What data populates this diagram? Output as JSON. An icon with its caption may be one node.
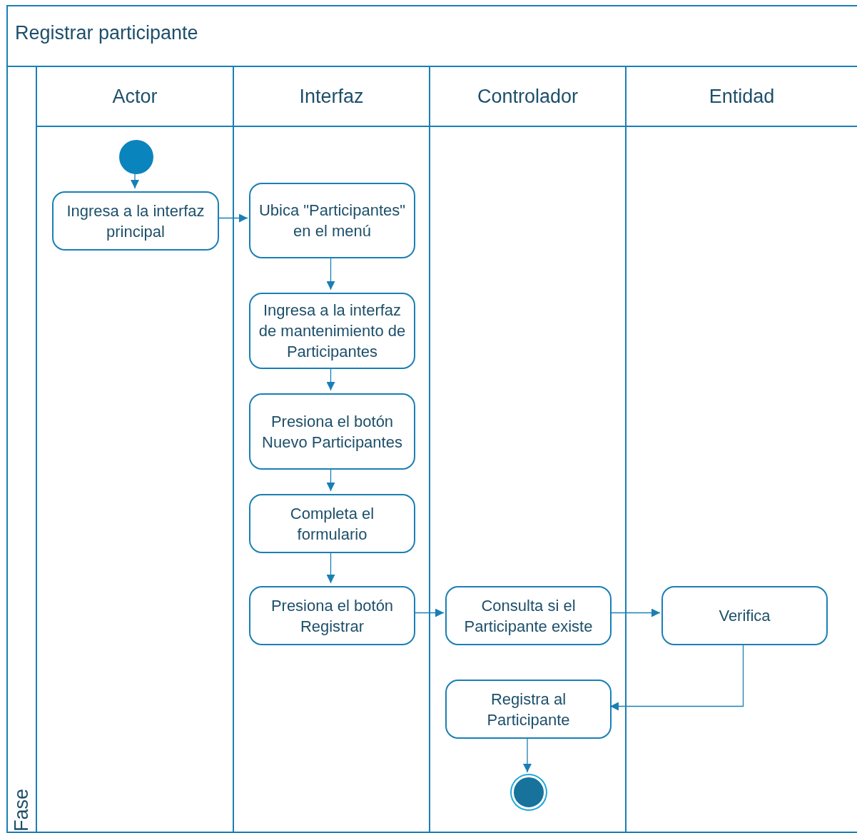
{
  "diagram": {
    "nodes": [
      {
        "text": [
          "Registrar participante"
        ]
      },
      {
        "text": [
          "Fase"
        ],
        "in": 0
      },
      {
        "text": [
          "Actor"
        ],
        "in": 0
      },
      {
        "text": [
          "Interfaz"
        ],
        "in": 0
      },
      {
        "text": [
          "Controlador"
        ],
        "in": 0
      },
      {
        "text": [
          "Entidad"
        ],
        "in": 0
      },
      {
        "text": [],
        "shape": "circle",
        "in": 2
      },
      {
        "text": [
          "Ingresa a la interfaz principal"
        ],
        "in": 2
      },
      {
        "text": [
          "Ubica \"Participantes\" en el menú"
        ],
        "in": 3
      },
      {
        "text": [
          "Ingresa a la interfaz de mantenimiento de Participantes"
        ],
        "in": 3
      },
      {
        "text": [
          "Presiona el botón Nuevo Participantes"
        ],
        "in": 3
      },
      {
        "text": [
          "Completa el formulario"
        ],
        "in": 3
      },
      {
        "text": [
          "Presiona el botón Registrar"
        ],
        "in": 3
      },
      {
        "text": [
          "Consulta si el Participante existe"
        ],
        "in": 4
      },
      {
        "text": [
          "Verifica"
        ],
        "in": 5
      },
      {
        "text": [
          "Registra al Participante"
        ],
        "in": 4
      },
      {
        "text": [],
        "shape": "circle",
        "in": 4
      }
    ],
    "edges": [
      {
        "from": 6,
        "to": 7,
        "arrow": "to"
      },
      {
        "from": 7,
        "to": 8,
        "arrow": "to"
      },
      {
        "from": 8,
        "to": 9,
        "arrow": "to"
      },
      {
        "from": 9,
        "to": 10,
        "arrow": "to"
      },
      {
        "from": 10,
        "to": 11,
        "arrow": "to"
      },
      {
        "from": 11,
        "to": 12,
        "arrow": "to"
      },
      {
        "from": 12,
        "to": 13,
        "arrow": "to"
      },
      {
        "from": 13,
        "to": 14,
        "arrow": "to"
      },
      {
        "from": 14,
        "to": 15,
        "arrow": "to"
      },
      {
        "from": 15,
        "to": 16,
        "arrow": "to"
      }
    ]
  }
}
